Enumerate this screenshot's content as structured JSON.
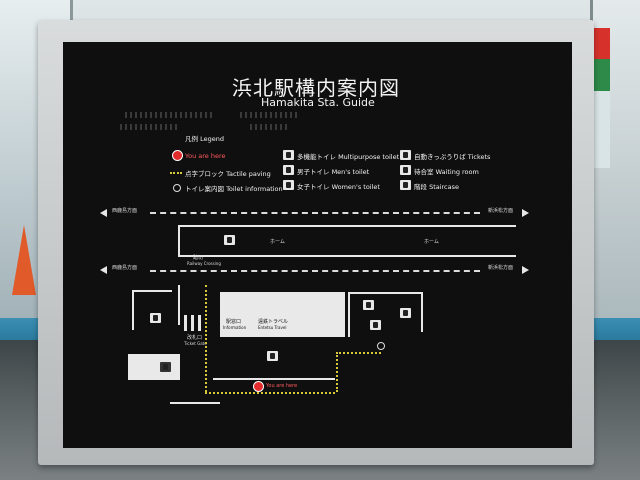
{
  "sign": {
    "title_jp": "浜北駅構内案内図",
    "title_en": "Hamakita Sta. Guide",
    "legend": {
      "title": "凡例 Legend",
      "you_are_here": "You are here",
      "tactile": "点字ブロック Tactile paving",
      "toilet_info": "トイレ案内図 Toilet information",
      "multipurpose": "多機能トイレ Multipurpose toilet",
      "mens": "男子トイレ Men's toilet",
      "womens": "女子トイレ Women's toilet",
      "tickets": "自動きっぷうりば Tickets",
      "waiting": "待合室 Waiting room",
      "staircase": "階段 Staircase"
    },
    "map": {
      "dir_left_top": "西鹿島方面",
      "dir_right_top": "新浜松方面",
      "platform_left": "ホーム",
      "platform_right": "ホーム",
      "dir_left_bottom": "西鹿島方面",
      "dir_right_bottom": "新浜松方面",
      "crossing": "踏切",
      "crossing_en": "Railway Crossing",
      "ticket_gate": "改札口",
      "ticket_gate_en": "Ticket Gate",
      "info": "駅窓口",
      "info_en": "Information",
      "travel": "遠鉄トラベル",
      "travel_en": "Entetsu Travel",
      "you_are_here": "You are here"
    }
  }
}
